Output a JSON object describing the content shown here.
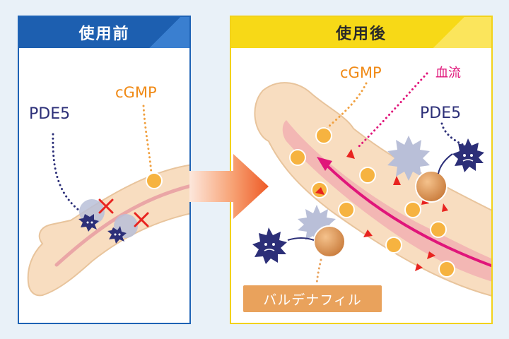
{
  "panels": {
    "before": {
      "title": "使用前"
    },
    "after": {
      "title": "使用後"
    }
  },
  "labels": {
    "pde5_before": "PDE5",
    "cgmp_before": "cGMP",
    "cgmp_after": "cGMP",
    "blood_flow": "血流",
    "pde5_after": "PDE5",
    "drug": "バルデナフィル"
  },
  "colors": {
    "before_accent": "#1e63b5",
    "after_accent": "#f2d21a",
    "pde5": "#2c2f78",
    "cgmp": "#f08a16",
    "blood_flow": "#e0157a",
    "drug": "#e9a25c"
  }
}
